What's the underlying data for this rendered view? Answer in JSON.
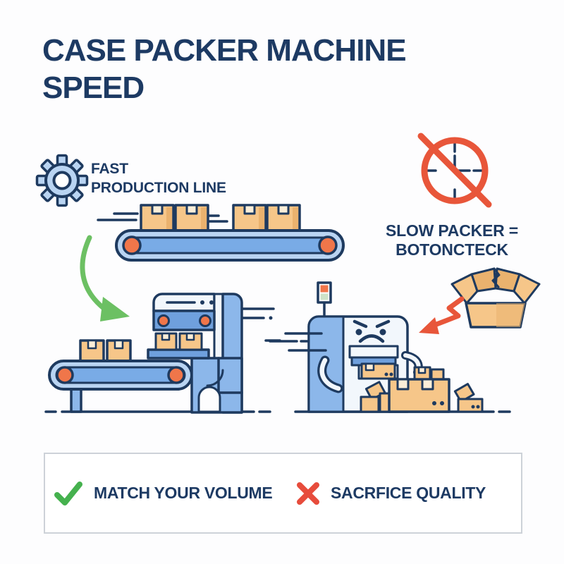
{
  "title": {
    "line1": "CASE PACKER MACHINE",
    "line2": "SPEED"
  },
  "fast_section": {
    "icon": "gear-icon",
    "label_line1": "FAST",
    "label_line2": "PRODUCTION LINE"
  },
  "slow_section": {
    "icon": "no-time-clock-icon",
    "label_line1": "SLOW PACKER =",
    "label_line2": "BOTONCTECK"
  },
  "illustrations": {
    "left_scene": "fast conveyor line feeding a case packer machine with cardboard boxes",
    "right_scene": "angry overloaded slow packer machine with boxes piling up and a damaged box",
    "arrow_left": "green-curved-arrow",
    "arrow_right": "red-zigzag-arrow"
  },
  "footer": {
    "do_item": {
      "icon": "checkmark-icon",
      "label": "MATCH YOUR VOLUME"
    },
    "dont_item": {
      "icon": "cross-icon",
      "label": "SACRFICE QUALITY"
    }
  },
  "colors": {
    "title_navy": "#1d3a63",
    "outline_navy": "#1e3a5f",
    "light_blue": "#b9d4f2",
    "belt_blue": "#79abe6",
    "sky_blue": "#8cb7ea",
    "mid_blue": "#6fa0dd",
    "panel_white": "#f2f7fc",
    "box_tan": "#f6c689",
    "box_tan_dark": "#eab26e",
    "notch_cream": "#fbeed8",
    "roller_orange": "#f0764a",
    "alert_red": "#e8563a",
    "cross_red": "#e74c3c",
    "arrow_green": "#6cc063",
    "check_green": "#45b14e",
    "signal_green": "#cfe3c8",
    "footer_border": "#cdd2d8",
    "background": "#fdfdfe"
  }
}
